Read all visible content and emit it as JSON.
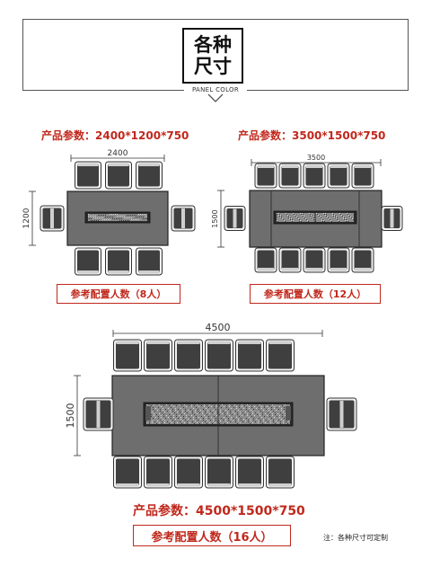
{
  "header": {
    "title_line1": "各种",
    "title_line2": "尺寸",
    "panel_label": "PANEL COLOR"
  },
  "tables": [
    {
      "spec": "产品参数：2400*1200*750",
      "width_label": "2400",
      "height_label": "1200",
      "config": "参考配置人数（8人）"
    },
    {
      "spec": "产品参数：3500*1500*750",
      "width_label": "3500",
      "height_label": "1500",
      "config": "参考配置人数（12人）"
    },
    {
      "spec": "产品参数：4500*1500*750",
      "width_label": "4500",
      "height_label": "1500",
      "config": "参考配置人数（16人）"
    }
  ],
  "note": "注：各种尺寸可定制",
  "colors": {
    "table_top": "#6e6e6e",
    "chair": "#3f3f3f",
    "accent_red": "#c0281c"
  }
}
